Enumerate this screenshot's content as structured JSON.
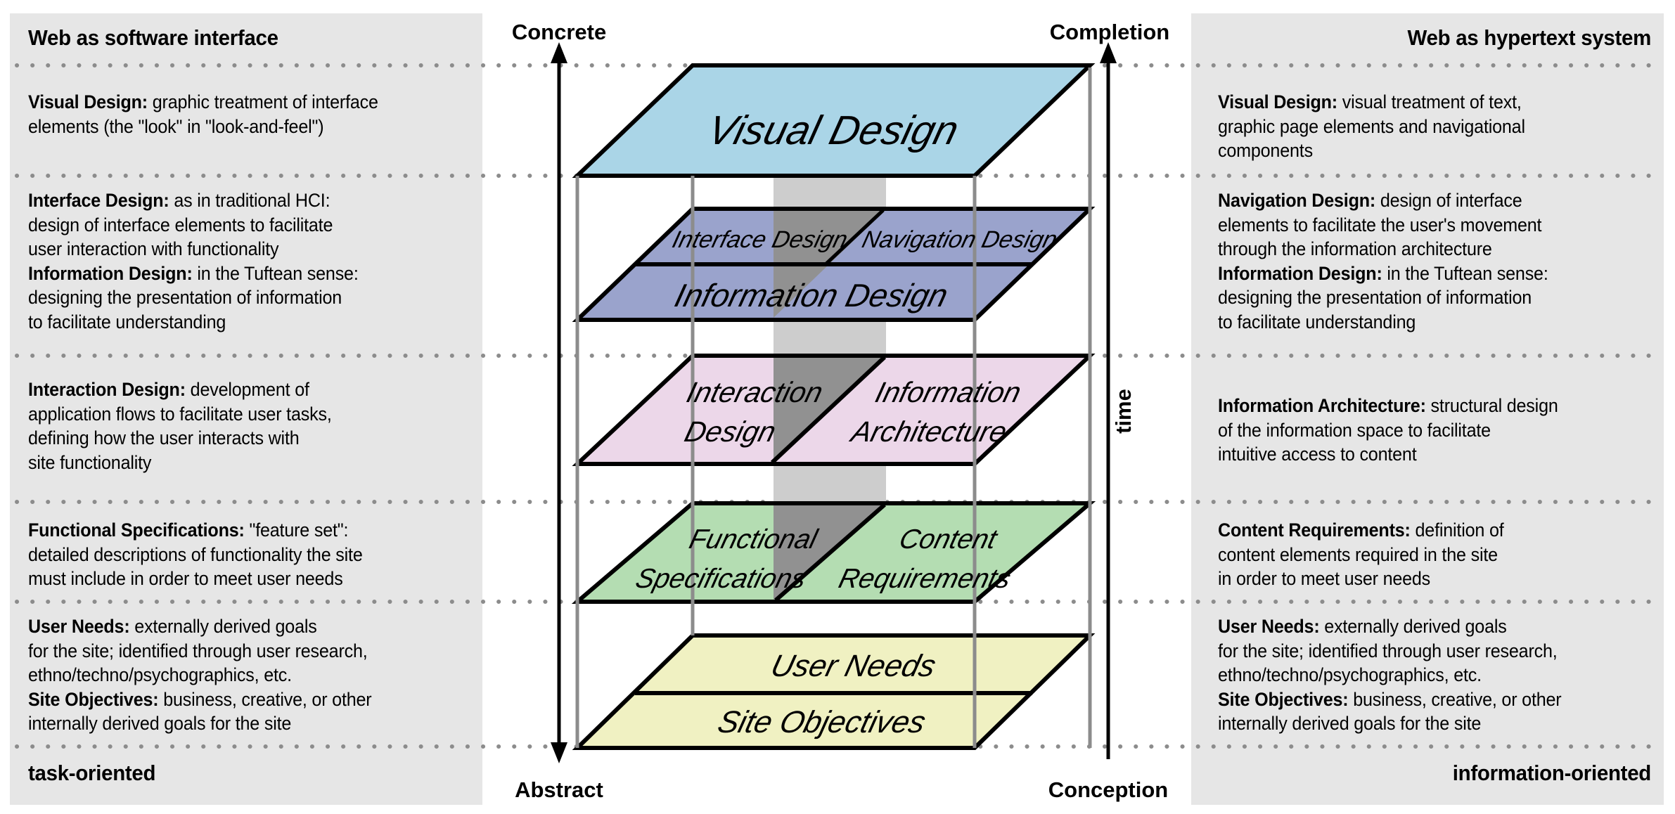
{
  "left_panel": {
    "title": "Web as software interface",
    "footer": "task-oriented",
    "blocks": [
      {
        "lines": [
          [
            {
              "b": "Visual Design:"
            },
            {
              "t": " graphic treatment of interface"
            }
          ],
          [
            {
              "t": "elements (the \"look\" in \"look-and-feel\")"
            }
          ]
        ]
      },
      {
        "lines": [
          [
            {
              "b": "Interface Design:"
            },
            {
              "t": " as in traditional HCI:"
            }
          ],
          [
            {
              "t": "design of interface elements to facilitate"
            }
          ],
          [
            {
              "t": "user interaction with functionality"
            }
          ],
          [
            {
              "b": "Information Design:"
            },
            {
              "t": " in the Tuftean sense:"
            }
          ],
          [
            {
              "t": "designing the presentation of information"
            }
          ],
          [
            {
              "t": "to facilitate understanding"
            }
          ]
        ]
      },
      {
        "lines": [
          [
            {
              "b": "Interaction Design:"
            },
            {
              "t": " development of"
            }
          ],
          [
            {
              "t": "application flows to facilitate user tasks,"
            }
          ],
          [
            {
              "t": "defining how the user interacts with"
            }
          ],
          [
            {
              "t": "site functionality"
            }
          ]
        ]
      },
      {
        "lines": [
          [
            {
              "b": "Functional Specifications:"
            },
            {
              "t": " \"feature set\":"
            }
          ],
          [
            {
              "t": "detailed descriptions of functionality the site"
            }
          ],
          [
            {
              "t": "must include in order to meet user needs"
            }
          ]
        ]
      },
      {
        "lines": [
          [
            {
              "b": "User Needs:"
            },
            {
              "t": " externally derived goals"
            }
          ],
          [
            {
              "t": "for the site; identified through user research,"
            }
          ],
          [
            {
              "t": "ethno/techno/psychographics, etc."
            }
          ],
          [
            {
              "b": "Site Objectives:"
            },
            {
              "t": " business, creative, or other"
            }
          ],
          [
            {
              "t": "internally derived goals for the site"
            }
          ]
        ]
      }
    ]
  },
  "right_panel": {
    "title": "Web as hypertext system",
    "footer": "information-oriented",
    "blocks": [
      {
        "lines": [
          [
            {
              "b": "Visual Design:"
            },
            {
              "t": " visual treatment of text,"
            }
          ],
          [
            {
              "t": "graphic page elements and navigational"
            }
          ],
          [
            {
              "t": "components"
            }
          ]
        ]
      },
      {
        "lines": [
          [
            {
              "b": "Navigation Design:"
            },
            {
              "t": " design of interface"
            }
          ],
          [
            {
              "t": "elements to facilitate the user's movement"
            }
          ],
          [
            {
              "t": "through the information architecture"
            }
          ],
          [
            {
              "b": "Information Design:"
            },
            {
              "t": " in the Tuftean sense:"
            }
          ],
          [
            {
              "t": "designing the presentation of information"
            }
          ],
          [
            {
              "t": "to facilitate understanding"
            }
          ]
        ]
      },
      {
        "lines": [
          [
            {
              "b": "Information Architecture:"
            },
            {
              "t": " structural design"
            }
          ],
          [
            {
              "t": "of the information space to facilitate"
            }
          ],
          [
            {
              "t": "intuitive access to content"
            }
          ]
        ]
      },
      {
        "lines": [
          [
            {
              "b": "Content Requirements:"
            },
            {
              "t": " definition of"
            }
          ],
          [
            {
              "t": "content elements required in the site"
            }
          ],
          [
            {
              "t": "in order to meet user needs"
            }
          ]
        ]
      },
      {
        "lines": [
          [
            {
              "b": "User Needs:"
            },
            {
              "t": " externally derived goals"
            }
          ],
          [
            {
              "t": "for the site; identified through user research,"
            }
          ],
          [
            {
              "t": "ethno/techno/psychographics, etc."
            }
          ],
          [
            {
              "b": "Site Objectives:"
            },
            {
              "t": " business, creative, or other"
            }
          ],
          [
            {
              "t": "internally derived goals for the site"
            }
          ]
        ]
      }
    ]
  },
  "diagram": {
    "axis_labels": {
      "concrete": "Concrete",
      "abstract": "Abstract",
      "completion": "Completion",
      "conception": "Conception",
      "time": "time"
    },
    "planes": {
      "visual_design": "Visual Design",
      "interface_design": "Interface Design",
      "navigation_design": "Navigation Design",
      "information_design": "Information Design",
      "interaction_design_l1": "Interaction",
      "interaction_design_l2": "Design",
      "information_architecture_l1": "Information",
      "information_architecture_l2": "Architecture",
      "functional_specifications_l1": "Functional",
      "functional_specifications_l2": "Specifications",
      "content_requirements_l1": "Content",
      "content_requirements_l2": "Requirements",
      "user_needs": "User Needs",
      "site_objectives": "Site Objectives"
    },
    "colors": {
      "visual_tier": "#aad5e7",
      "interface_tier": "#9aa3cc",
      "interaction_tier": "#ecd7e9",
      "functional_tier": "#b4ddb2",
      "user_tier": "#f0f1c2",
      "band_light": "#cdcdcd",
      "band_dark": "#919191",
      "panel_bg": "#e6e6e6",
      "scaffold_gray": "#8c8c8c",
      "dot_gray": "#8c8c8c"
    }
  }
}
